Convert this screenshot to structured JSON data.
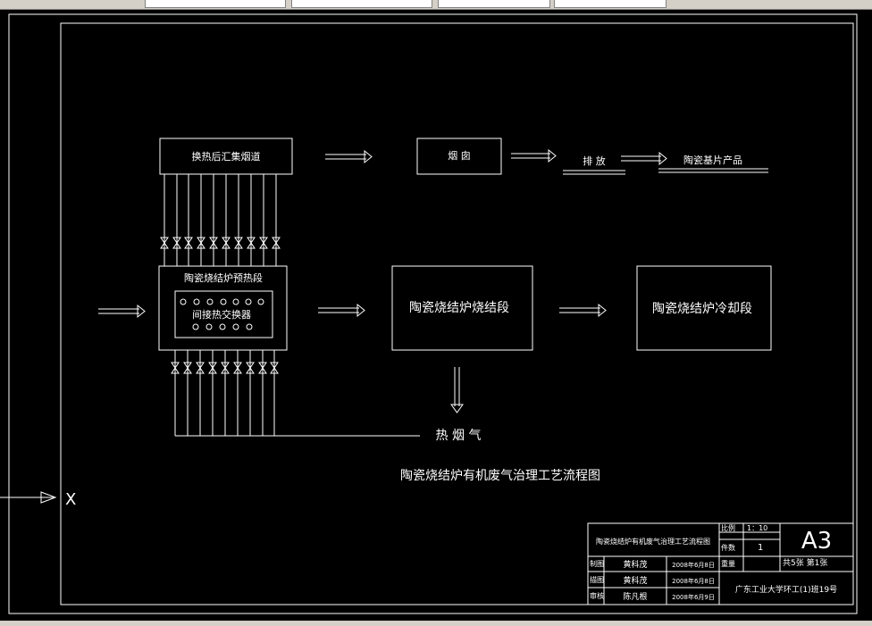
{
  "colors": {
    "background": "#000000",
    "lines": "#ffffff",
    "toolbar": "#d4d0c8"
  },
  "boxes": {
    "flue_collect": "换热后汇集烟道",
    "chimney": "烟  囱",
    "discharge": "排  放",
    "product": "陶瓷基片产品",
    "preheat": "陶瓷烧结炉预热段",
    "exchanger": "间接热交换器",
    "sinter": "陶瓷烧结炉烧结段",
    "cooling": "陶瓷烧结炉冷却段",
    "hot_flue_gas": "热  烟  气"
  },
  "ucs_label": "X",
  "drawing_title": "陶瓷烧结炉有机废气治理工艺流程图",
  "title_block": {
    "name": "陶瓷烧结炉有机废气治理工艺流程图",
    "scale_label": "比例",
    "scale": "1：10",
    "qty_label": "件数",
    "qty": "1",
    "size": "A3",
    "sheets": "共5张   第1张",
    "weight_label": "重量",
    "rows": [
      {
        "role": "制图",
        "name": "黄科茂",
        "date": "2008年6月8日"
      },
      {
        "role": "描图",
        "name": "黄科茂",
        "date": "2008年6月8日"
      },
      {
        "role": "审核",
        "name": "陈凡根",
        "date": "2008年6月9日"
      }
    ],
    "org": "广东工业大学环工(1)班19号"
  }
}
